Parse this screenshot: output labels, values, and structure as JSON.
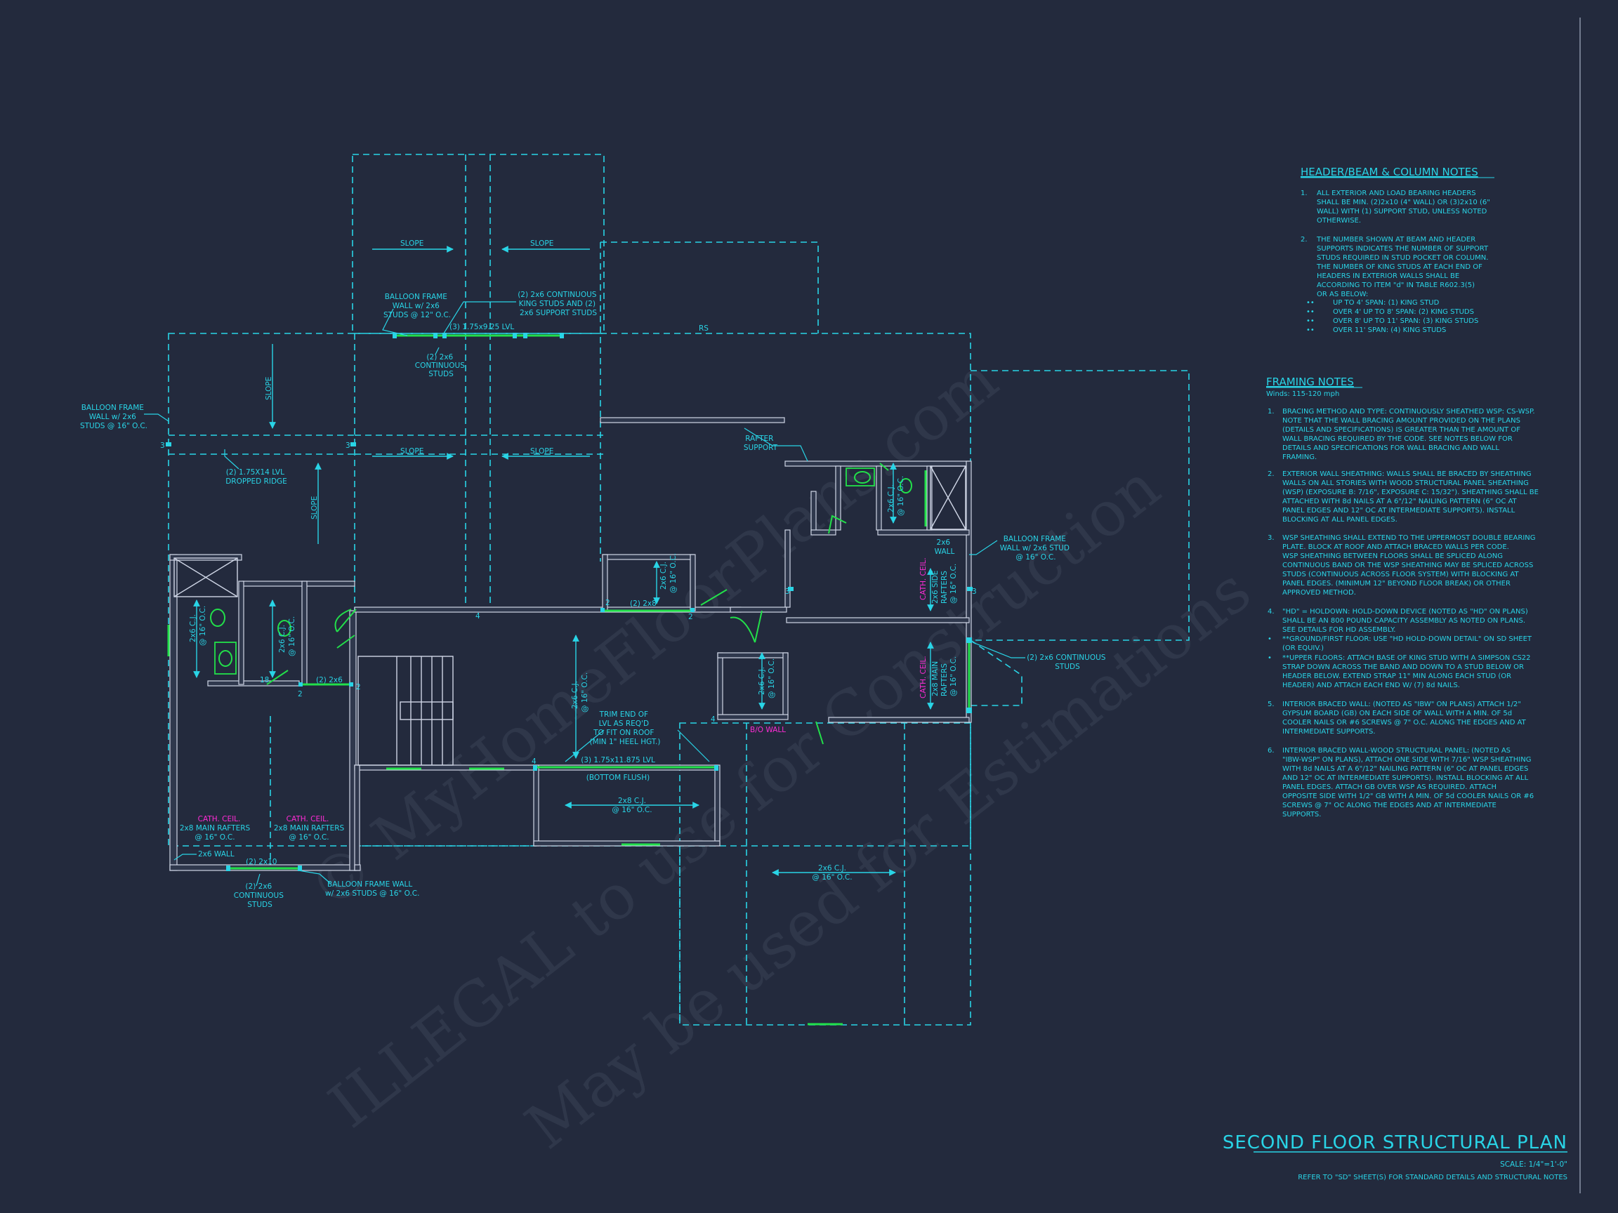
{
  "watermark": {
    "line1": "© MyHomeFloorPlans.com",
    "line2": "ILLEGAL to use for Construction",
    "line3": "May be used for Estimations"
  },
  "plan_labels": {
    "slope": "SLOPE",
    "rs": "RS",
    "balloon_top": [
      "BALLOON FRAME",
      "WALL w/ 2x6",
      "STUDS @ 12\" O.C."
    ],
    "continuous_top": [
      "(2) 2x6 CONTINUOUS",
      "KING STUDS AND (2)",
      "2x6 SUPPORT STUDS"
    ],
    "lvl_top": "(3) 1.75x9.25 LVL",
    "studs_top": [
      "(2) 2x6",
      "CONTINUOUS",
      "STUDS"
    ],
    "balloon_left": [
      "BALLOON FRAME",
      "WALL w/ 2x6",
      "STUDS @ 16\" O.C."
    ],
    "dropped_ridge": [
      "(2) 1.75X14 LVL",
      "DROPPED RIDGE"
    ],
    "rafter_support": [
      "RAFTER",
      "SUPPORT"
    ],
    "balloon_right": [
      "BALLOON FRAME",
      "WALL w/ 2x6 STUD",
      "@ 16\" O.C."
    ],
    "wall_2x6": [
      "2x6",
      "WALL"
    ],
    "cath_ceil": "CATH. CEIL.",
    "side_rafters": [
      "2x6 SIDE",
      "RAFTERS",
      "@ 16\" O.C."
    ],
    "main_rafters": [
      "2x8 MAIN",
      "RAFTERS",
      "@ 16\" O.C."
    ],
    "continuous_right": [
      "(2) 2x6 CONTINUOUS",
      "STUDS"
    ],
    "cj_2x6": "2x6 C.J.",
    "oc16": "@ 16\" O.C.",
    "cj_2x8": "2x8 C.J.",
    "header_2x8": "(2) 2x8",
    "header_2x6": "(2) 2x6",
    "trim_end": [
      "TRIM END OF",
      "LVL AS REQ'D",
      "TO FIT ON ROOF",
      "(MIN 1\" HEEL HGT.)"
    ],
    "lvl_mid": "(3) 1.75x11.875 LVL",
    "bottom_flush": "(BOTTOM FLUSH)",
    "bo_wall": "B/O WALL",
    "main_rafters_row": "2x8 MAIN RAFTERS",
    "wall_2x6_bottom": "2x6 WALL",
    "header_2x10": "(2) 2x10",
    "studs_bottom": [
      "(2) 2x6",
      "CONTINUOUS",
      "STUDS"
    ],
    "balloon_bottom": [
      "BALLOON FRAME WALL",
      "w/ 2x6 STUDS @ 16\" O.C."
    ],
    "num2": "2",
    "num3": "3",
    "num4": "4",
    "num18": "18"
  },
  "header_notes": {
    "title": "HEADER/BEAM & COLUMN NOTES",
    "n1": [
      "1.",
      "ALL EXTERIOR AND LOAD BEARING HEADERS",
      "SHALL BE MIN. (2)2x10 (4\" WALL) OR (3)2x10 (6\"",
      "WALL) WITH (1) SUPPORT STUD, UNLESS NOTED",
      "OTHERWISE."
    ],
    "n2": [
      "2.",
      "THE NUMBER SHOWN AT BEAM AND HEADER",
      "SUPPORTS INDICATES THE NUMBER OF SUPPORT",
      "STUDS REQUIRED IN STUD POCKET OR COLUMN.",
      "THE NUMBER OF KING STUDS AT EACH END OF",
      "HEADERS IN EXTERIOR WALLS SHALL BE",
      "ACCORDING TO ITEM \"d\" IN TABLE R602.3(5)",
      "OR AS BELOW:"
    ],
    "bullets": [
      "UP TO 4' SPAN: (1) KING STUD",
      "OVER 4' UP TO 8' SPAN: (2) KING STUDS",
      "OVER 8' UP TO 11' SPAN: (3) KING STUDS",
      "OVER 11' SPAN: (4) KING STUDS"
    ]
  },
  "framing_notes": {
    "title": "FRAMING NOTES",
    "winds": "Winds: 115-120 mph",
    "n1": [
      "1.",
      "BRACING METHOD AND TYPE: CONTINUOUSLY SHEATHED WSP: CS-WSP.",
      "NOTE THAT THE WALL BRACING AMOUNT PROVIDED ON THE PLANS",
      "(DETAILS AND SPECIFICATIONS) IS GREATER THAN THE AMOUNT OF",
      "WALL BRACING REQUIRED BY THE CODE. SEE NOTES BELOW FOR",
      "DETAILS AND SPECIFICATIONS FOR WALL BRACING AND WALL",
      "FRAMING."
    ],
    "n2": [
      "2.",
      "EXTERIOR WALL SHEATHING: WALLS SHALL BE BRACED BY SHEATHING",
      "WALLS ON ALL STORIES WITH WOOD STRUCTURAL PANEL SHEATHING",
      "(WSP) (EXPOSURE B: 7/16\", EXPOSURE C: 15/32\"). SHEATHING SHALL BE",
      "ATTACHED WITH 8d NAILS AT A 6\"/12\" NAILING PATTERN (6\" OC AT",
      "PANEL EDGES AND 12\" OC AT INTERMEDIATE SUPPORTS). INSTALL",
      "BLOCKING AT ALL PANEL EDGES."
    ],
    "n3": [
      "3.",
      "WSP SHEATHING SHALL EXTEND TO THE UPPERMOST DOUBLE BEARING",
      "PLATE. BLOCK AT ROOF AND ATTACH BRACED WALLS PER CODE.",
      "WSP SHEATHING BETWEEN FLOORS SHALL BE SPLICED ALONG",
      "CONTINUOUS BAND OR THE WSP SHEATHING MAY BE SPLICED ACROSS",
      "STUDS (CONTINUOUS ACROSS FLOOR SYSTEM) WITH BLOCKING AT",
      "PANEL EDGES. (MINIMUM 12\" BEYOND FLOOR BREAK) OR OTHER",
      "APPROVED METHOD."
    ],
    "n4": [
      "4.",
      "\"HD\" = HOLDOWN: HOLD-DOWN DEVICE (NOTED AS \"HD\" ON PLANS)",
      "SHALL BE AN 800 POUND CAPACITY ASSEMBLY AS NOTED ON PLANS.",
      "SEE DETAILS FOR HD ASSEMBLY."
    ],
    "n4b1": [
      "•",
      "**GROUND/FIRST FLOOR: USE \"HD HOLD-DOWN DETAIL\" ON SD SHEET",
      "(OR EQUIV.)"
    ],
    "n4b2": [
      "•",
      "**UPPER FLOORS: ATTACH BASE OF KING STUD WITH A SIMPSON CS22",
      "STRAP DOWN ACROSS THE BAND AND DOWN TO A STUD BELOW OR",
      "HEADER BELOW. EXTEND STRAP 11\" MIN ALONG EACH STUD (OR",
      "HEADER) AND ATTACH EACH END W/ (7) 8d NAILS."
    ],
    "n5": [
      "5.",
      "INTERIOR BRACED WALL: (NOTED AS \"IBW\" ON PLANS) ATTACH 1/2\"",
      "GYPSUM BOARD (GB) ON EACH SIDE OF WALL WITH A MIN. OF 5d",
      "COOLER NAILS OR #6 SCREWS @ 7\" O.C. ALONG THE EDGES AND AT",
      "INTERMEDIATE SUPPORTS."
    ],
    "n6": [
      "6.",
      "INTERIOR BRACED WALL-WOOD STRUCTURAL PANEL: (NOTED AS",
      "\"IBW-WSP\" ON PLANS), ATTACH ONE SIDE WITH 7/16\" WSP SHEATHING",
      "WITH 8d NAILS AT A 6\"/12\" NAILING PATTERN (6\" OC AT PANEL EDGES",
      "AND 12\" OC AT INTERMEDIATE SUPPORTS). INSTALL BLOCKING AT ALL",
      "PANEL EDGES. ATTACH GB OVER WSP AS REQUIRED. ATTACH",
      "OPPOSITE SIDE WITH 1/2\" GB WITH A MIN. OF 5d COOLER NAILS OR #6",
      "SCREWS @ 7\" OC ALONG THE EDGES AND AT INTERMEDIATE",
      "SUPPORTS."
    ]
  },
  "title_block": {
    "title": "SECOND FLOOR STRUCTURAL PLAN",
    "scale": "SCALE: 1/4\"=1'-0\"",
    "refer": "REFER TO \"SD\" SHEET(S) FOR STANDARD DETAILS AND STRUCTURAL NOTES"
  },
  "colors": {
    "background": "#232a3d",
    "linework": "#29d4e6",
    "walls": "#cfd6e6",
    "headers": "#22e04a",
    "cathedral_callouts": "#ff2bd6"
  }
}
